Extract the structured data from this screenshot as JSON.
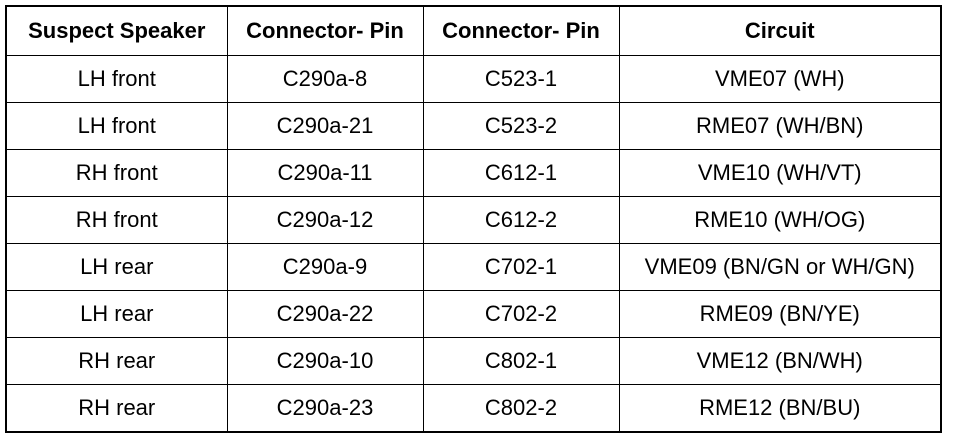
{
  "table": {
    "headers": [
      "Suspect Speaker",
      "Connector- Pin",
      "Connector- Pin",
      "Circuit"
    ],
    "rows": [
      [
        "LH front",
        "C290a-8",
        "C523-1",
        "VME07 (WH)"
      ],
      [
        "LH front",
        "C290a-21",
        "C523-2",
        "RME07 (WH/BN)"
      ],
      [
        "RH front",
        "C290a-11",
        "C612-1",
        "VME10 (WH/VT)"
      ],
      [
        "RH front",
        "C290a-12",
        "C612-2",
        "RME10 (WH/OG)"
      ],
      [
        "LH rear",
        "C290a-9",
        "C702-1",
        "VME09 (BN/GN or WH/GN)"
      ],
      [
        "LH rear",
        "C290a-22",
        "C702-2",
        "RME09 (BN/YE)"
      ],
      [
        "RH rear",
        "C290a-10",
        "C802-1",
        "VME12 (BN/WH)"
      ],
      [
        "RH rear",
        "C290a-23",
        "C802-2",
        "RME12 (BN/BU)"
      ]
    ]
  }
}
